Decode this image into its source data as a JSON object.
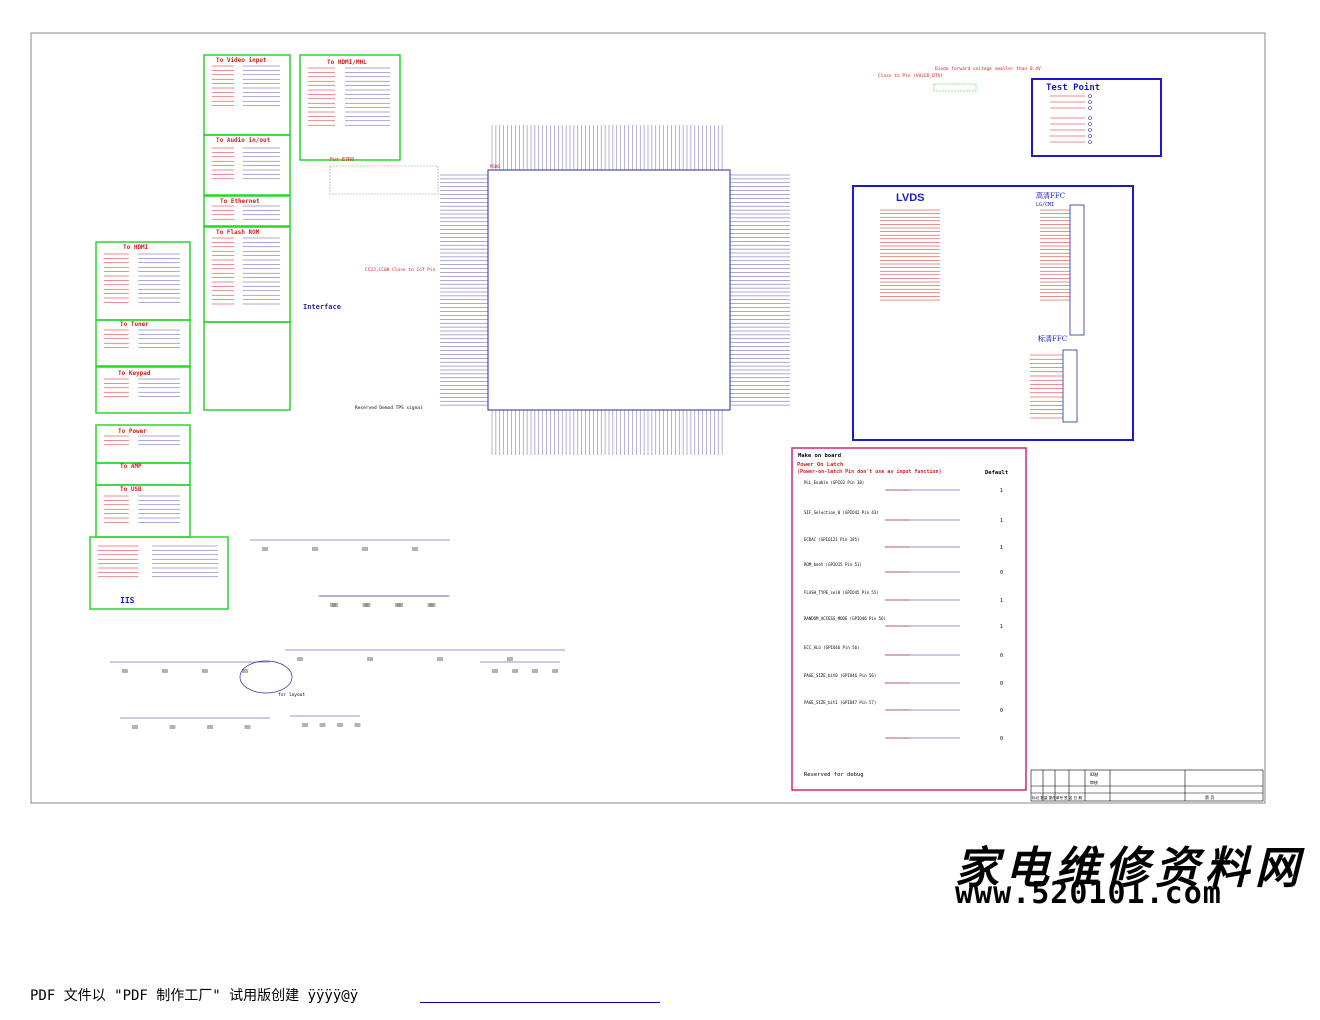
{
  "blocks": {
    "video_input": "To Video input",
    "hdmi_mhl": "To HDMI/MHL",
    "audio": "To Audio in/out",
    "ethernet": "To Ethernet",
    "flash": "To Flash ROM",
    "hdmi": "To HDMI",
    "tuner": "To Tuner",
    "keypad": "To Keypad",
    "power": "To Power",
    "amp": "To AMP",
    "usb": "To USB",
    "iis": "IIS",
    "interface": "Interface",
    "test_point": "Test Point",
    "lvds": "LVDS",
    "hd_ffc": "高清FFC",
    "lg_cmi": "LG/CMI",
    "sd_ffc": "标清FFC",
    "make_on_board": "Make on board",
    "power_on_latch": "Power On Latch",
    "latch_note": "(Power-on-latch Pin don't use as input function)",
    "default": "Default",
    "reserved_debug": "Reserved for debug",
    "reserved_demod": "Reserved Demod TPS signal",
    "for_layout": "for layout",
    "for_e7": "For E7R0",
    "close_note": "CC23,CC00 Close to IoT Pin",
    "diode_note": "Diode forward voltage smaller than 0.4V",
    "close_to_pin": "Close to Pin (VOLED_DTV)",
    "ic_ref": "MSD6"
  },
  "latch_defaults": [
    "1",
    "1",
    "1",
    "0",
    "1",
    "1",
    "0",
    "0",
    "0",
    "0"
  ],
  "latch_items": [
    "PLL_Enable (GPIO3 Pin 38)",
    "SIF_Selection_0 (GPIO42 Pin 43)",
    "ECDAC (GPIO121 Pin 195)",
    "ROM_boot (GPIO15 Pin 51)",
    "FLASH_TYPE_sel0 (GPIO45 Pin 55)",
    "RANDOM_ACCESS_MODE (GPIO46 Pin 56)",
    "ECC_ALG (GPIO46 Pin 56)",
    "PAGE_SIZE_bit0 (GPIO46 Pin 56)",
    "PAGE_SIZE_bit1 (GPIO47 Pin 57)"
  ],
  "title_block": {
    "row1": "ID制",
    "row2": "审核",
    "labels": "标记 数量 更改单号 签 名 日 期",
    "sheet": "第 页"
  },
  "watermark": {
    "cn": "家电维修资料网",
    "url": "www.520101.com"
  },
  "footer": "PDF 文件以 \"PDF 制作工厂\" 试用版创建   ÿÿÿÿ@ÿ",
  "colors": {
    "green_box": "#2bd52b",
    "blue_box": "#1a1acc",
    "pink_box": "#d4237a",
    "net_red": "#d42020",
    "wire_blue": "#2a2aa0"
  }
}
